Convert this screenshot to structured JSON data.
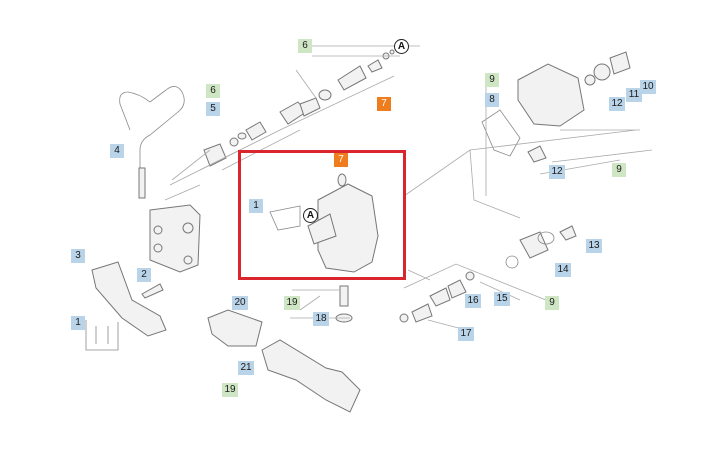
{
  "labels": {
    "l1_left": "1",
    "l1_inner": "1",
    "l2": "2",
    "l3": "3",
    "l4": "4",
    "l5": "5",
    "l6_top": "6",
    "l6_left": "6",
    "l7_top": "7",
    "l7_box": "7",
    "l8": "8",
    "l9_top": "9",
    "l9_mid": "9",
    "l9_bottom": "9",
    "l10": "10",
    "l11": "11",
    "l12_a": "12",
    "l12_b": "12",
    "l13": "13",
    "l14": "14",
    "l15": "15",
    "l16": "16",
    "l17": "17",
    "l18": "18",
    "l19_a": "19",
    "l19_b": "19",
    "l20": "20",
    "l21": "21",
    "a_top": "A",
    "a_box": "A"
  },
  "colors": {
    "blue": "#b9d3e8",
    "green": "#cfe6c4",
    "orange": "#f07d1d",
    "highlight": "#d9262c"
  }
}
